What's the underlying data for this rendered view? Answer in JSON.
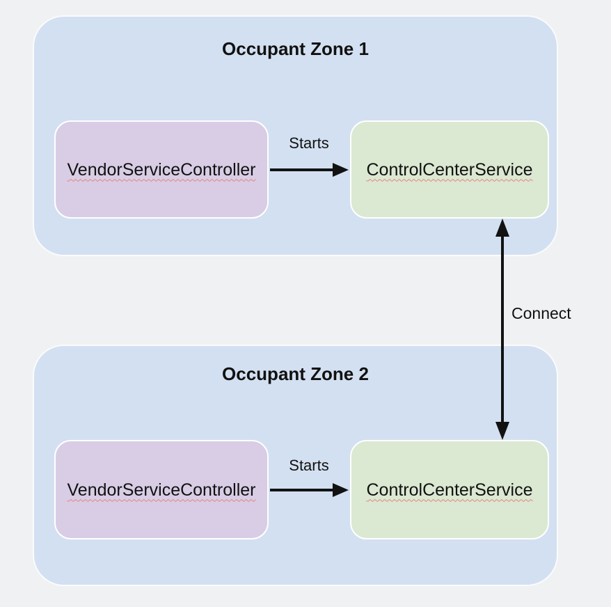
{
  "colors": {
    "page_bg": "#f0f1f3",
    "zone_fill": "#d3e0f1",
    "zone_border": "#fafbfd",
    "controller_fill": "#d8cde5",
    "service_fill": "#dbe8d2",
    "box_border": "#ffffff",
    "arrow_color": "#121212",
    "text_color": "#111111",
    "squiggle_color": "#e5827c"
  },
  "zones": [
    {
      "title": "Occupant Zone 1",
      "controller_label": "VendorServiceController",
      "service_label": "ControlCenterService",
      "starts_label": "Starts"
    },
    {
      "title": "Occupant Zone 2",
      "controller_label": "VendorServiceController",
      "service_label": "ControlCenterService",
      "starts_label": "Starts"
    }
  ],
  "connect_label": "Connect"
}
